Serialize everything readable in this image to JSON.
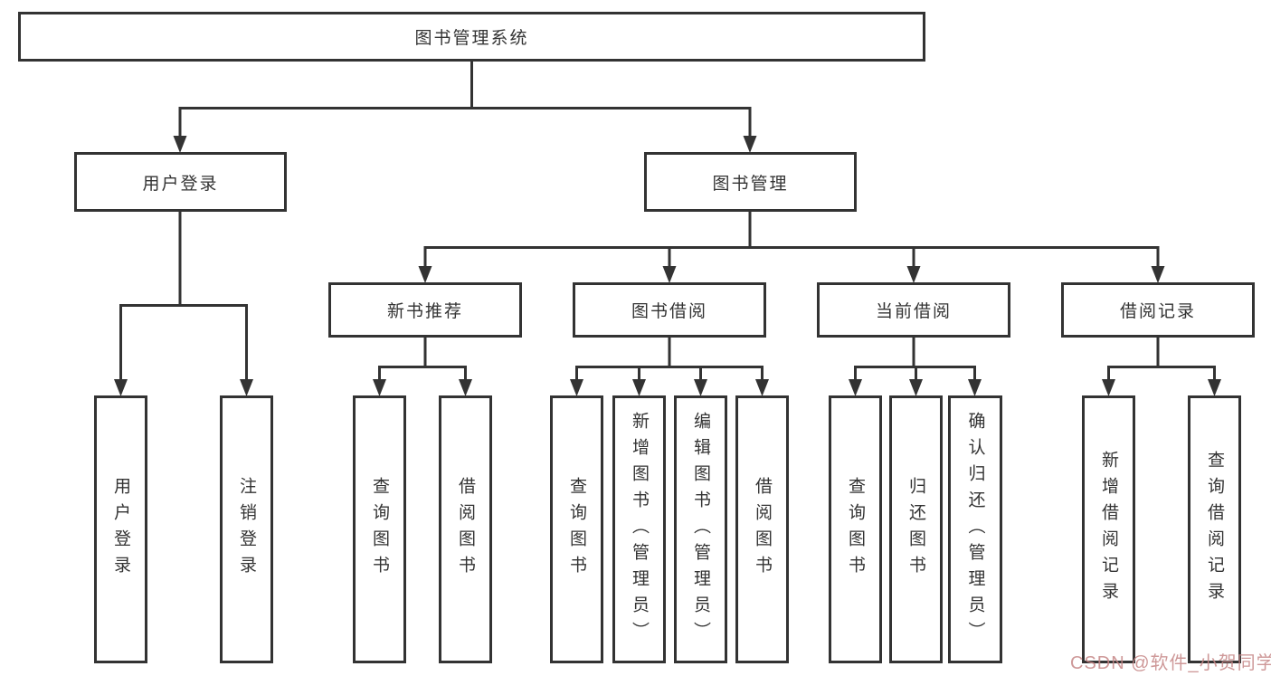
{
  "diagram": {
    "root": {
      "label": "图书管理系统"
    },
    "branches": [
      {
        "label": "用户登录",
        "children": [
          "用户登录",
          "注销登录"
        ]
      },
      {
        "label": "图书管理",
        "sections": [
          {
            "label": "新书推荐",
            "children": [
              "查询图书",
              "借阅图书"
            ]
          },
          {
            "label": "图书借阅",
            "children": [
              "查询图书",
              "新增图书（管理员）",
              "编辑图书（管理员）",
              "借阅图书"
            ]
          },
          {
            "label": "当前借阅",
            "children": [
              "查询图书",
              "归还图书",
              "确认归还（管理员）"
            ]
          },
          {
            "label": "借阅记录",
            "children": [
              "新增借阅记录",
              "查询借阅记录"
            ]
          }
        ]
      }
    ]
  },
  "watermark": {
    "text": "CSDN @软件_小贺同学"
  },
  "colors": {
    "line": "#333333",
    "text": "#333333",
    "watermark": "#c68686",
    "background": "#ffffff"
  }
}
